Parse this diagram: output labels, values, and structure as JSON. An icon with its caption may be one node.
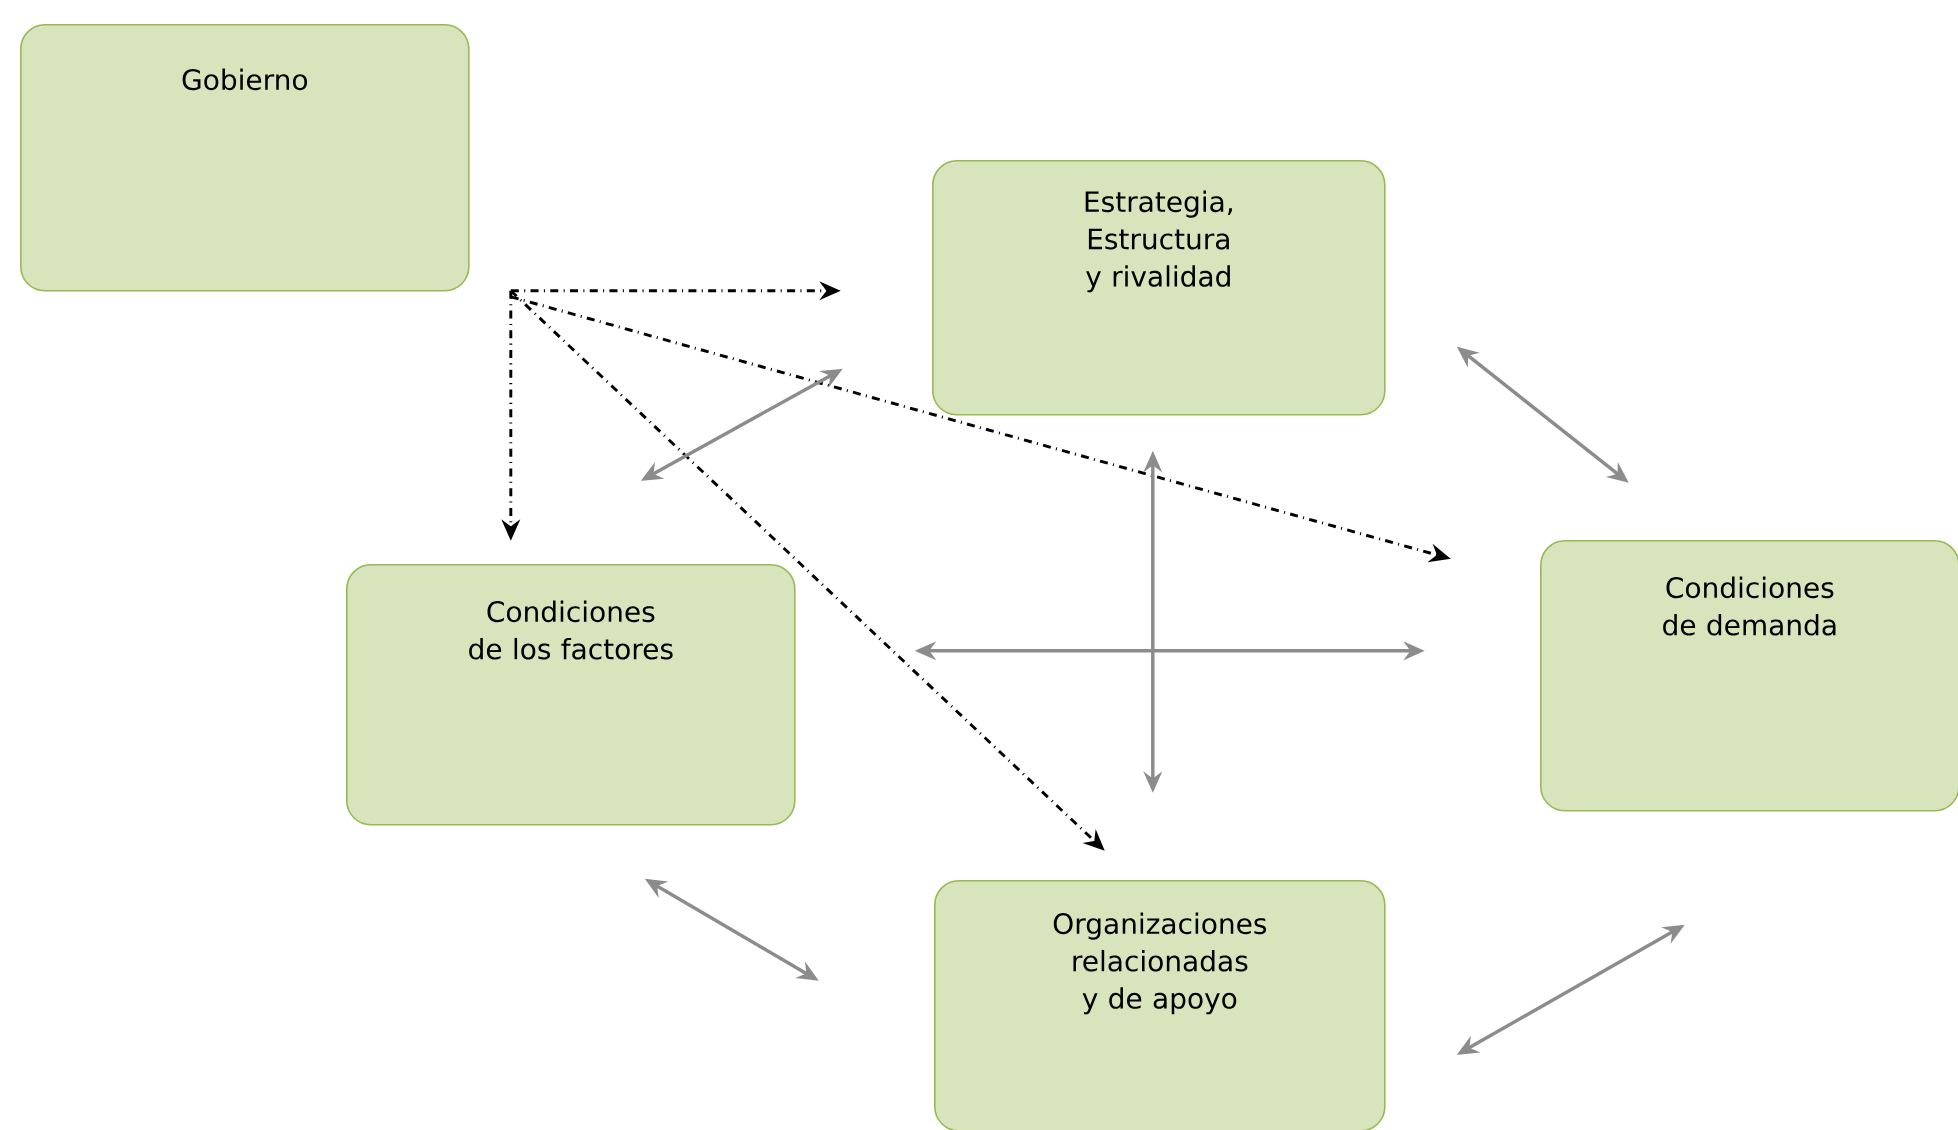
{
  "diagram": {
    "nodes": [
      {
        "text": [
          "Gobierno"
        ]
      },
      {
        "text": [
          "Estrategia, Estructura y rivalidad"
        ]
      },
      {
        "text": [
          "Condiciones de demanda"
        ]
      },
      {
        "text": [
          "Condiciones de los factores"
        ]
      },
      {
        "text": [
          "Organizaciones relacionadas y de apoyo"
        ]
      }
    ],
    "edges": [
      {
        "from": 0,
        "to": 1,
        "arrow": "to",
        "style": "dashed",
        "color": "#000000"
      },
      {
        "from": 0,
        "to": 3,
        "arrow": "to",
        "style": "dashed",
        "color": "#000000"
      },
      {
        "from": 0,
        "to": 2,
        "arrow": "to",
        "style": "dashed",
        "color": "#000000"
      },
      {
        "from": 0,
        "to": 4,
        "arrow": "to",
        "style": "dashed",
        "color": "#000000"
      },
      {
        "from": 3,
        "to": 1,
        "arrow": "both"
      },
      {
        "from": 1,
        "to": 2,
        "arrow": "both"
      },
      {
        "from": 1,
        "to": 4,
        "arrow": "both"
      },
      {
        "from": 3,
        "to": 2,
        "arrow": "both"
      },
      {
        "from": 3,
        "to": 4,
        "arrow": "both"
      },
      {
        "from": 4,
        "to": 2,
        "arrow": "both"
      }
    ]
  }
}
